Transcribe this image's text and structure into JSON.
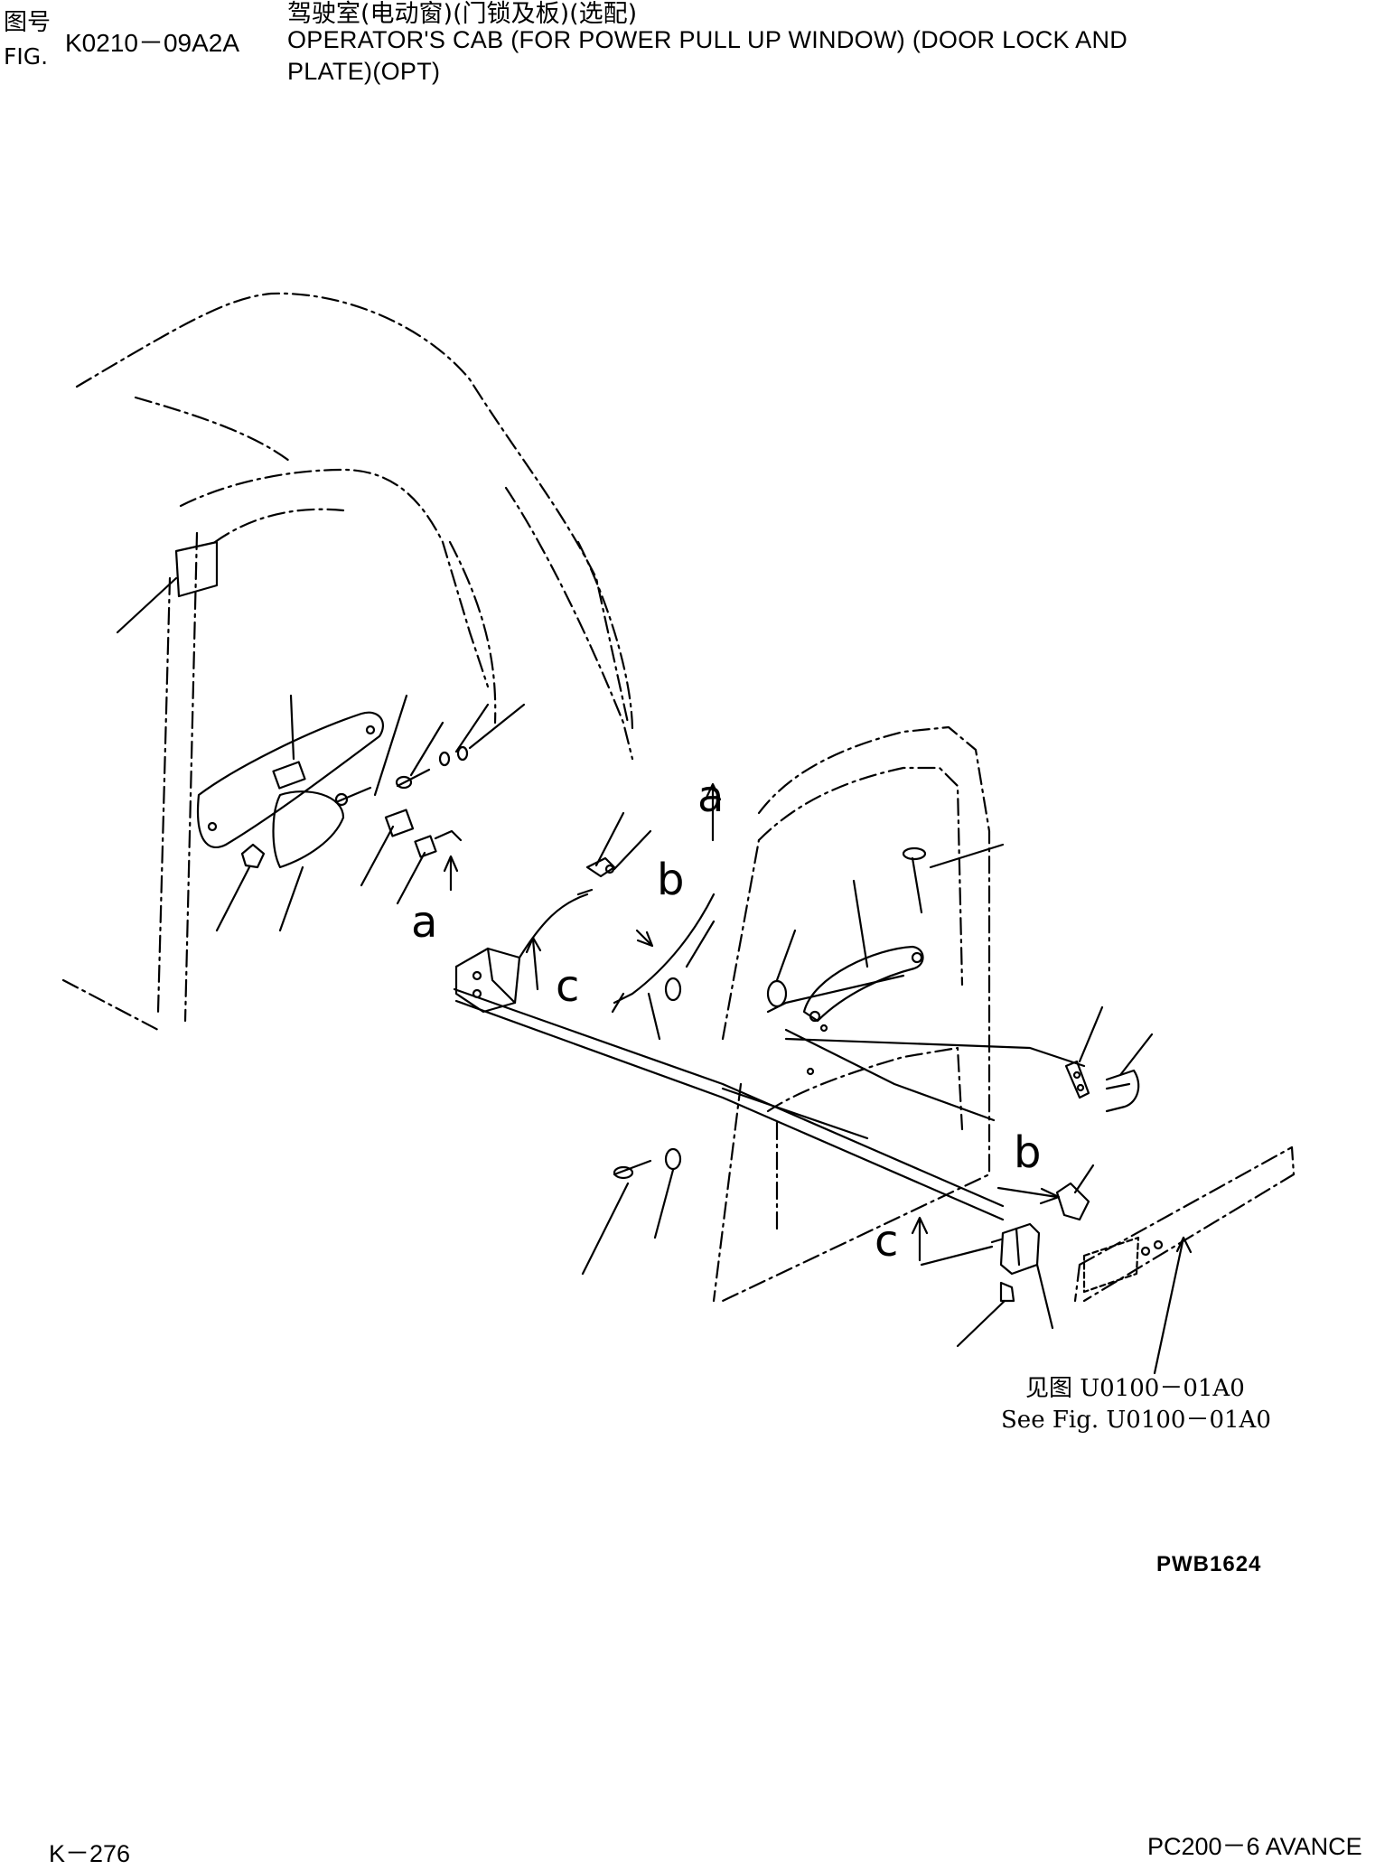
{
  "header": {
    "fig_label_cn": "图号",
    "fig_label_en": "FIG.",
    "figure_number": "K0210－09A2A",
    "title_cn": "驾驶室(电动窗)(门锁及板)(选配)",
    "title_en_line1": "OPERATOR'S CAB (FOR POWER PULL UP WINDOW) (DOOR LOCK AND",
    "title_en_line2": "PLATE)(OPT)"
  },
  "diagram": {
    "callouts": {
      "a_upper": "a",
      "a_lower": "a",
      "b_upper": "b",
      "b_lower": "b",
      "c_upper": "c",
      "c_lower": "c"
    },
    "see_fig_cn": "见图 U0100－01A0",
    "see_fig_en": "See Fig. U0100－01A0"
  },
  "footer": {
    "drawing_number": "PWB1624",
    "page_number": "K－276",
    "model": "PC200－6 AVANCE"
  }
}
